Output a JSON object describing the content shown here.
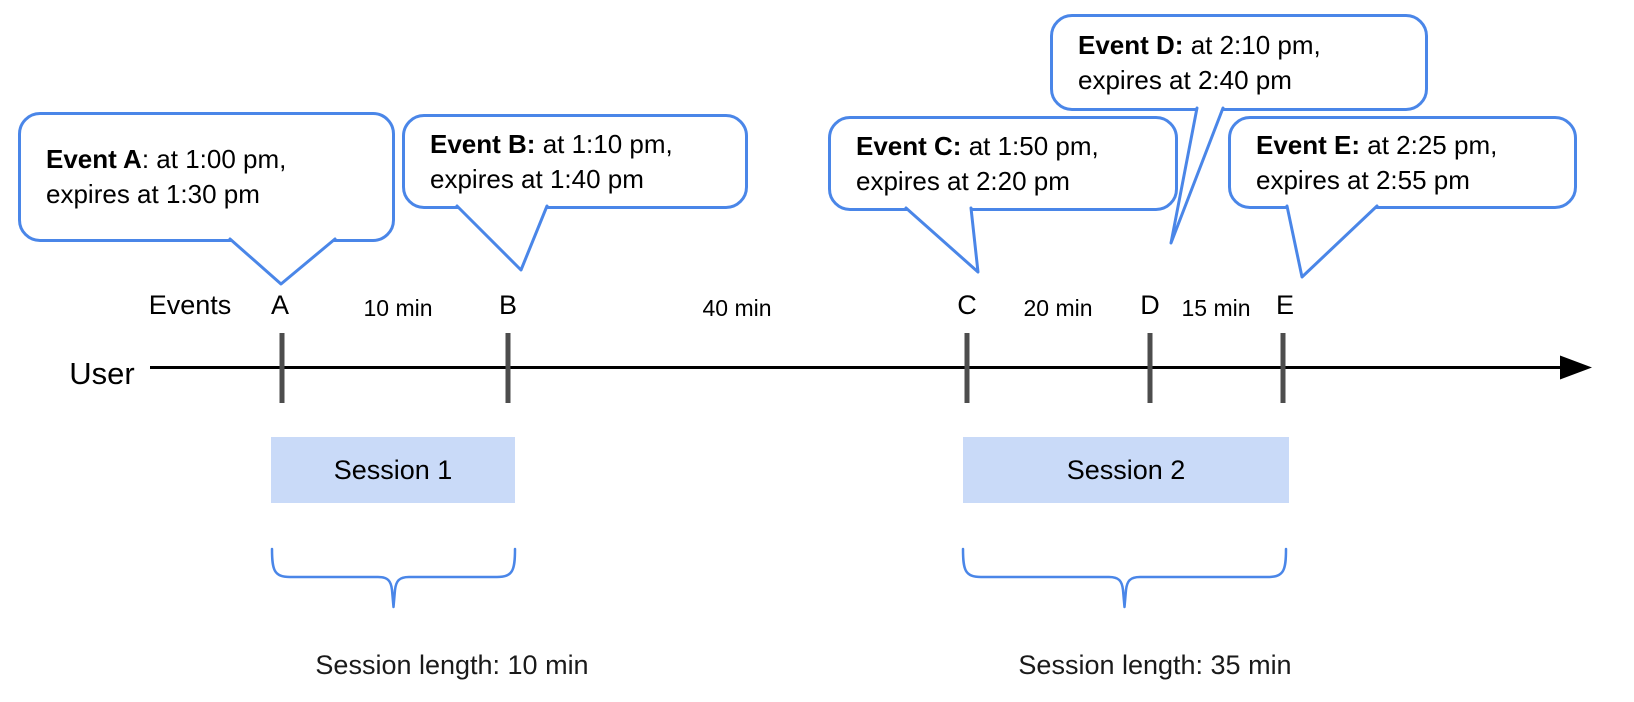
{
  "diagram": {
    "axis": {
      "user_label": "User",
      "events_label": "Events"
    },
    "events": [
      {
        "letter": "A",
        "bold": "Event A",
        "rest": ": at 1:00 pm,",
        "line2": "expires at 1:30 pm"
      },
      {
        "letter": "B",
        "bold": "Event B:",
        "rest": " at 1:10 pm,",
        "line2": "expires at 1:40 pm"
      },
      {
        "letter": "C",
        "bold": "Event C:",
        "rest": " at 1:50 pm,",
        "line2": "expires at 2:20 pm"
      },
      {
        "letter": "D",
        "bold": "Event D:",
        "rest": " at 2:10 pm,",
        "line2": "expires at 2:40 pm"
      },
      {
        "letter": "E",
        "bold": "Event E:",
        "rest": " at 2:25 pm,",
        "line2": "expires at 2:55 pm"
      }
    ],
    "intervals": [
      {
        "label": "10 min"
      },
      {
        "label": "40 min"
      },
      {
        "label": "20 min"
      },
      {
        "label": "15 min"
      }
    ],
    "sessions": [
      {
        "label": "Session 1",
        "length_label": "Session length: 10 min"
      },
      {
        "label": "Session 2",
        "length_label": "Session length: 35 min"
      }
    ],
    "colors": {
      "accent_blue": "#4a86e8",
      "session_fill": "#c9daf8",
      "tick_gray": "#4d4d4d",
      "timeline_black": "#000000"
    }
  }
}
